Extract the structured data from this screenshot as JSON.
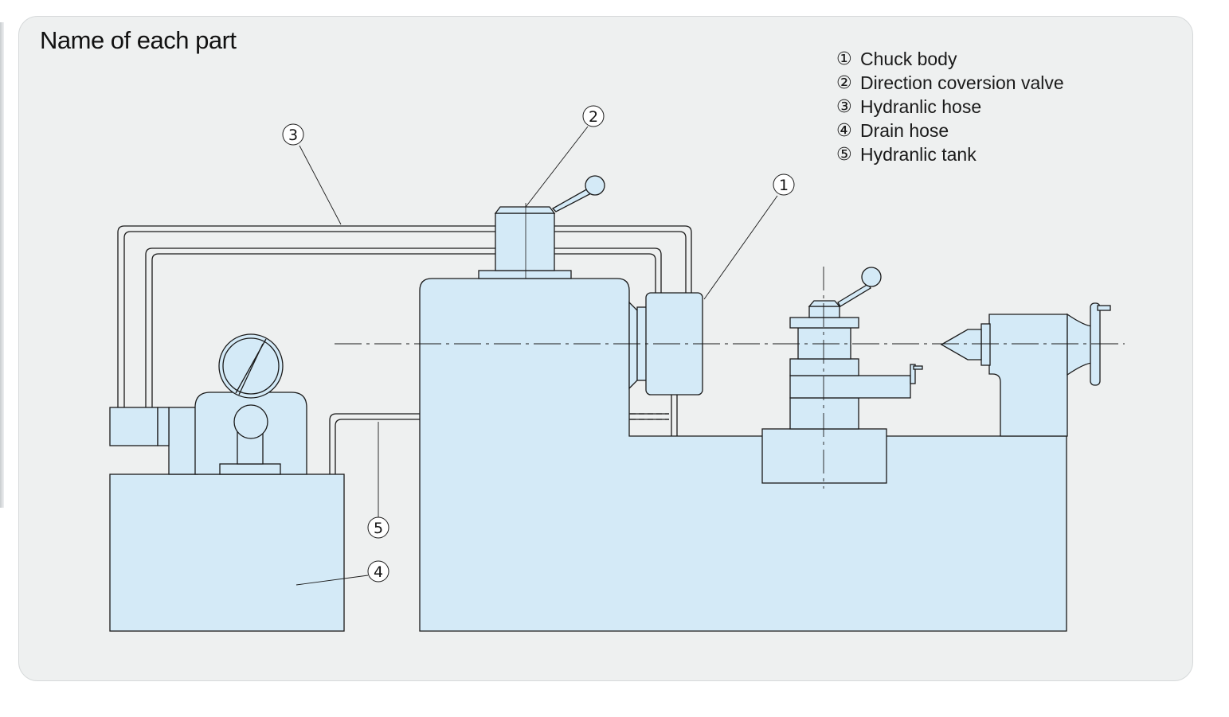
{
  "title": "Name of each part",
  "legend": [
    {
      "num": "①",
      "label": "Chuck body"
    },
    {
      "num": "②",
      "label": "Direction coversion valve"
    },
    {
      "num": "③",
      "label": "Hydranlic hose"
    },
    {
      "num": "④",
      "label": "Drain hose"
    },
    {
      "num": "⑤",
      "label": "Hydranlic tank"
    }
  ],
  "callouts": [
    "1",
    "2",
    "3",
    "4",
    "5"
  ],
  "colors": {
    "fill": "#d4eaf7",
    "stroke": "#1a1a1a",
    "panel": "#eef0f0"
  }
}
